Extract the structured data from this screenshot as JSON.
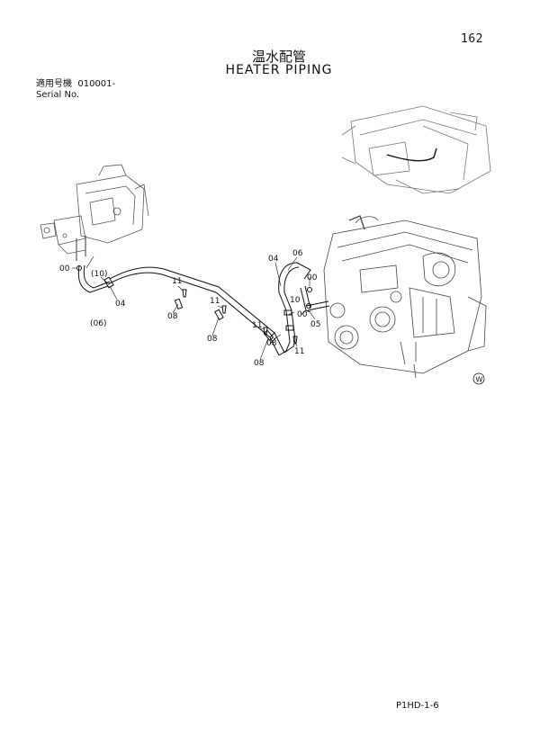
{
  "page_number": "162",
  "title_jp": "温水配管",
  "title_en": "HEATER PIPING",
  "serial": {
    "label_jp": "適用号機",
    "value": "010001-",
    "label_en": "Serial No."
  },
  "callouts": {
    "c00_left": "00",
    "c10_paren": "(10)",
    "c04_left": "04",
    "c06_paren": "(06)",
    "c11_a": "11",
    "c08_a": "08",
    "c11_b": "11",
    "c08_b": "08",
    "c11_c": "11",
    "c08_c": "08",
    "c08_d": "08",
    "c11_d": "11",
    "c04_right": "04",
    "c06_right": "06",
    "c00_right": "00",
    "c10_right": "10",
    "c00_bottom": "00",
    "c05": "05"
  },
  "mark": "W",
  "figure_code": "P1HD-1-6"
}
